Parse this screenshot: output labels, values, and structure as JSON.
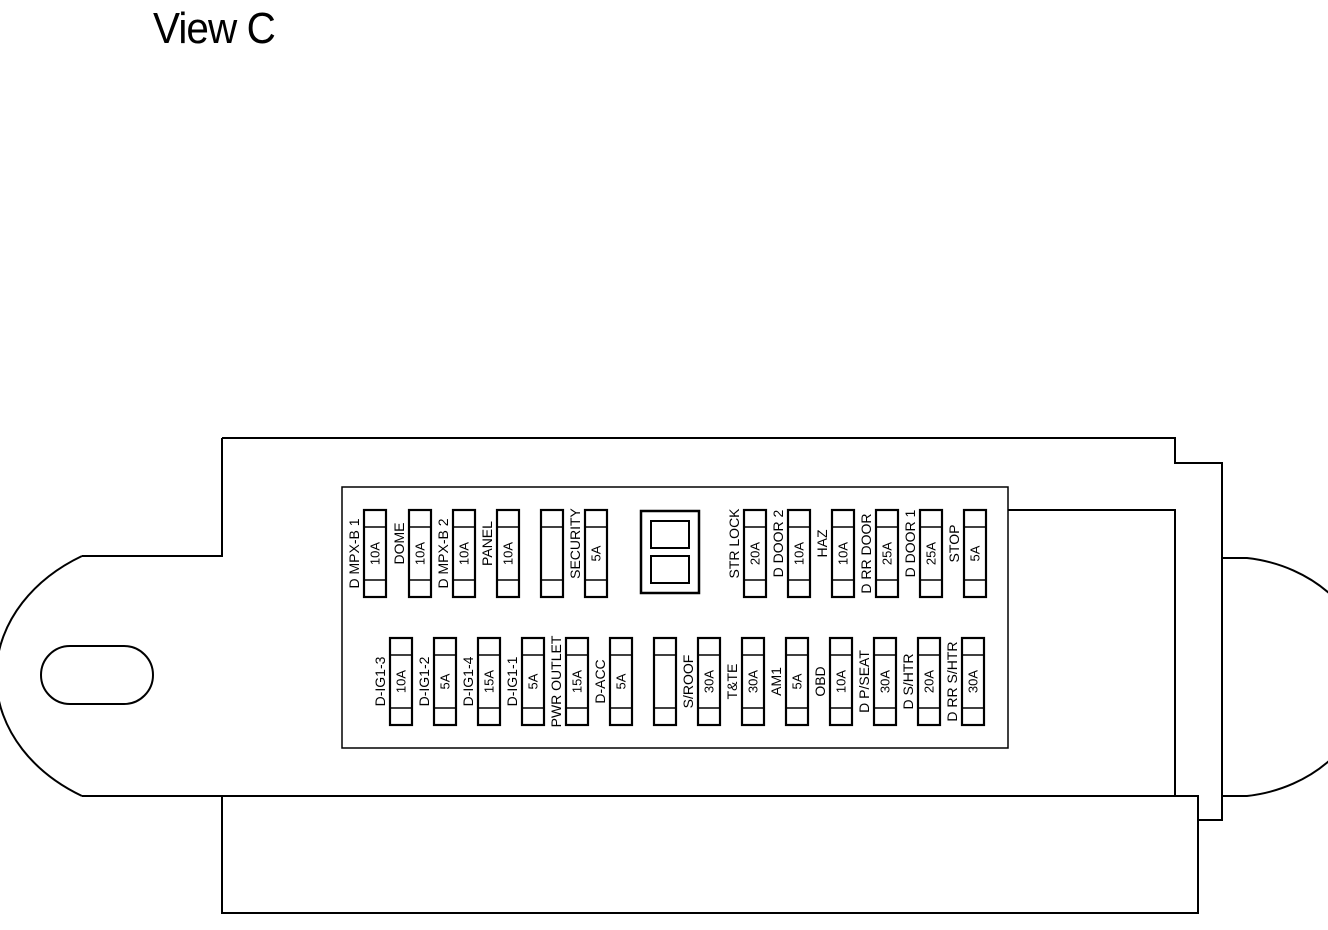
{
  "view_title": "View C",
  "fuses_top": [
    {
      "label": "D MPX-B 1",
      "rating": "10A",
      "layout": "pair-right"
    },
    {
      "label": "DOME",
      "rating": "10A",
      "layout": "pair-right"
    },
    {
      "label": "D MPX-B 2",
      "rating": "10A",
      "layout": "pair-right"
    },
    {
      "label": "PANEL",
      "rating": "10A",
      "layout": "pair-right"
    },
    {
      "label": "",
      "rating": "",
      "layout": "blank"
    },
    {
      "label": "SECURITY",
      "rating": "5A",
      "layout": "pair-right"
    },
    {
      "label": "STR LOCK",
      "rating": "20A",
      "layout": "pair-right"
    },
    {
      "label": "D DOOR 2",
      "rating": "10A",
      "layout": "pair-right"
    },
    {
      "label": "HAZ",
      "rating": "10A",
      "layout": "pair-right"
    },
    {
      "label": "D RR DOOR",
      "rating": "25A",
      "layout": "pair-right"
    },
    {
      "label": "D DOOR 1",
      "rating": "25A",
      "layout": "pair-right"
    },
    {
      "label": "STOP",
      "rating": "5A",
      "layout": "pair-right"
    }
  ],
  "fuses_bottom": [
    {
      "label": "D-IG1-3",
      "rating": "10A"
    },
    {
      "label": "D-IG1-2",
      "rating": "5A"
    },
    {
      "label": "D-IG1-4",
      "rating": "15A"
    },
    {
      "label": "D-IG1-1",
      "rating": "5A"
    },
    {
      "label": "PWR OUTLET",
      "rating": "15A"
    },
    {
      "label": "D-ACC",
      "rating": "5A"
    },
    {
      "label": "",
      "rating": ""
    },
    {
      "label": "S/ROOF",
      "rating": "30A"
    },
    {
      "label": "T&TE",
      "rating": "30A"
    },
    {
      "label": "AM1",
      "rating": "5A"
    },
    {
      "label": "OBD",
      "rating": "10A"
    },
    {
      "label": "D P/SEAT",
      "rating": "30A"
    },
    {
      "label": "D S/HTR",
      "rating": "20A"
    },
    {
      "label": "D RR S/HTR",
      "rating": "30A"
    }
  ]
}
